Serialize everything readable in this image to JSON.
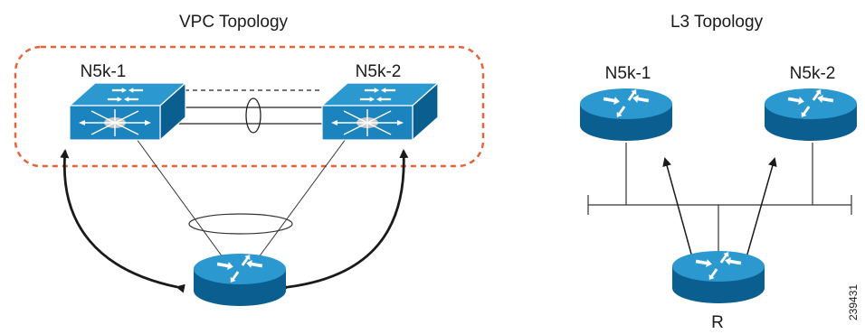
{
  "vpc": {
    "title": "VPC Topology",
    "switch_left": "N5k-1",
    "switch_right": "N5k-2"
  },
  "l3": {
    "title": "L3 Topology",
    "router_left": "N5k-1",
    "router_right": "N5k-2",
    "router_bottom": "R"
  },
  "figure_id": "239431",
  "colors": {
    "device_top": "#1f8fc6",
    "device_side": "#0e6aa0",
    "vpc_domain_border": "#e8623a"
  }
}
